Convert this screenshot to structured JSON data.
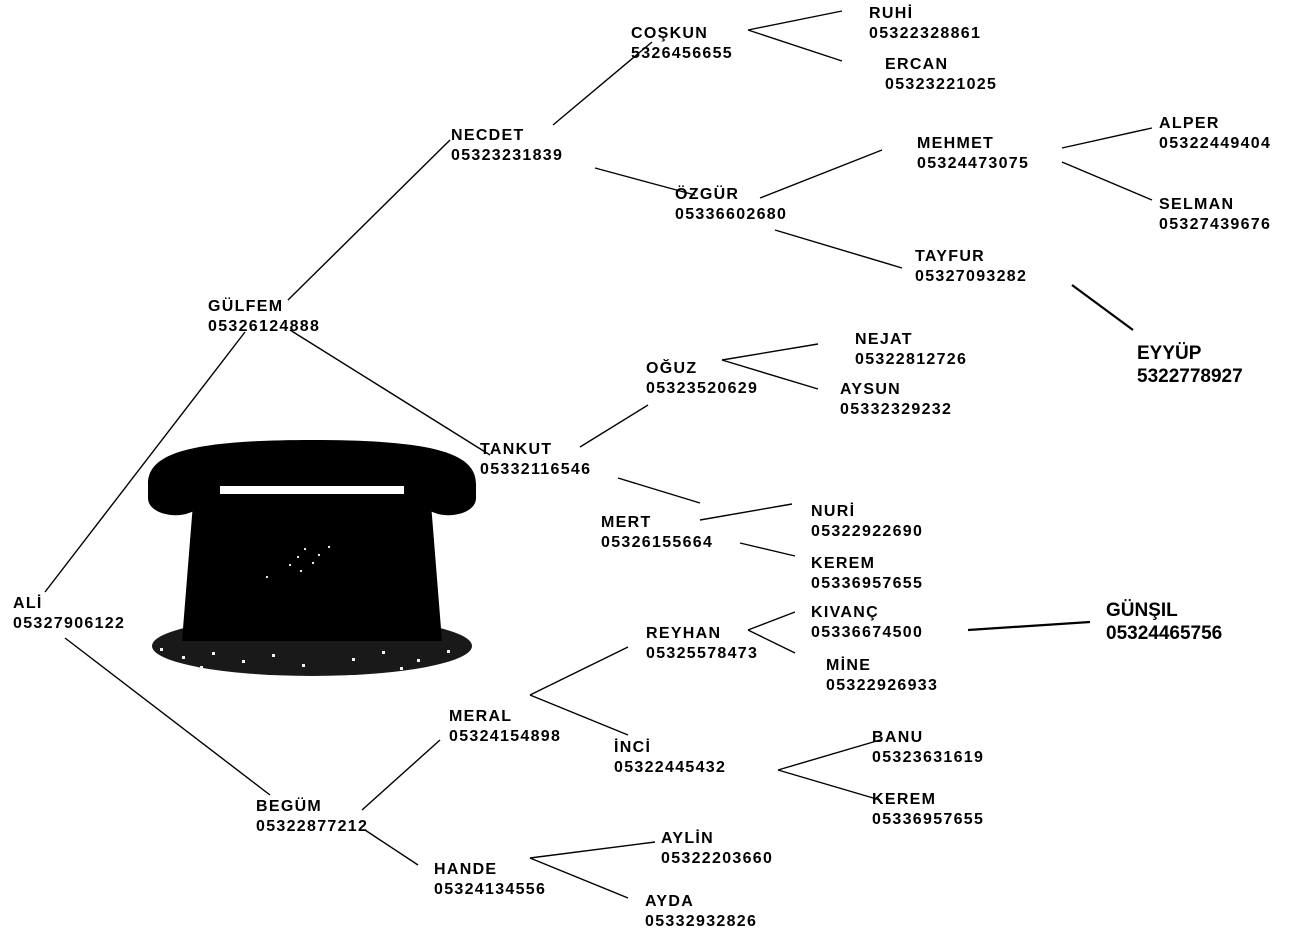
{
  "title": "",
  "colors": {
    "ink": "#000000",
    "background": "#ffffff"
  },
  "icon": "telephone-icon",
  "nodes": {
    "ali": {
      "name": "ALİ",
      "phone": "05327906122"
    },
    "gulfem": {
      "name": "GÜLFEM",
      "phone": "05326124888"
    },
    "begum": {
      "name": "BEGÜM",
      "phone": "05322877212"
    },
    "necdet": {
      "name": "NECDET",
      "phone": "05323231839"
    },
    "coskun": {
      "name": "COŞKUN",
      "phone": "5326456655"
    },
    "ruhi": {
      "name": "RUHİ",
      "phone": "05322328861"
    },
    "ercan": {
      "name": "ERCAN",
      "phone": "05323221025"
    },
    "ozgur": {
      "name": "ÖZGÜR",
      "phone": "05336602680"
    },
    "mehmet": {
      "name": "MEHMET",
      "phone": "05324473075"
    },
    "alper": {
      "name": "ALPER",
      "phone": "05322449404"
    },
    "selman": {
      "name": "SELMAN",
      "phone": "05327439676"
    },
    "tayfur": {
      "name": "TAYFUR",
      "phone": "05327093282"
    },
    "eyyup": {
      "name": "EYYÜP",
      "phone": "5322778927"
    },
    "tankut": {
      "name": "TANKUT",
      "phone": "05332116546"
    },
    "oguz": {
      "name": "OĞUZ",
      "phone": "05323520629"
    },
    "nejat": {
      "name": "NEJAT",
      "phone": "05322812726"
    },
    "aysun": {
      "name": "AYSUN",
      "phone": "05332329232"
    },
    "mert": {
      "name": "MERT",
      "phone": "05326155664"
    },
    "nuri": {
      "name": "NURİ",
      "phone": "05322922690"
    },
    "kerem1": {
      "name": "KEREM",
      "phone": "05336957655"
    },
    "meral": {
      "name": "MERAL",
      "phone": "05324154898"
    },
    "reyhan": {
      "name": "REYHAN",
      "phone": "05325578473"
    },
    "kivanc": {
      "name": "KIVANÇ",
      "phone": "05336674500"
    },
    "gunsil": {
      "name": "GÜNŞIL",
      "phone": "05324465756"
    },
    "mine": {
      "name": "MİNE",
      "phone": "05322926933"
    },
    "inci": {
      "name": "İNCİ",
      "phone": "05322445432"
    },
    "banu": {
      "name": "BANU",
      "phone": "05323631619"
    },
    "kerem2": {
      "name": "KEREM",
      "phone": "05336957655"
    },
    "hande": {
      "name": "HANDE",
      "phone": "05324134556"
    },
    "aylin": {
      "name": "AYLİN",
      "phone": "05322203660"
    },
    "ayda": {
      "name": "AYDA",
      "phone": "05332932826"
    }
  }
}
